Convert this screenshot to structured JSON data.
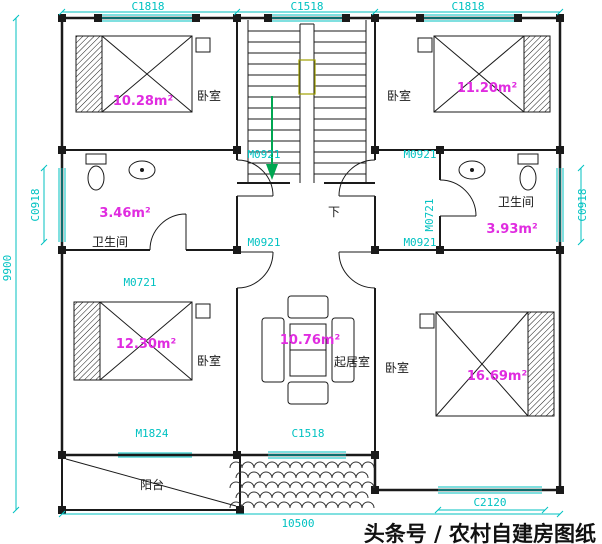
{
  "watermark": "头条号 / 农村自建房图纸",
  "dims": {
    "top": [
      "C1818",
      "C1518",
      "C1818"
    ],
    "left_window": "C0918",
    "right_window": "C0918",
    "left_total": "9900",
    "bottom_total": "10500",
    "bottom_right_window": "C2120",
    "bottom_center_window": "C1518",
    "bottom_left_door": "M1824"
  },
  "doors": {
    "hall": "M0921",
    "bath": "M0721"
  },
  "rooms": {
    "bedroom_tl": {
      "name": "卧室",
      "area": "10.28m²"
    },
    "bedroom_tr": {
      "name": "卧室",
      "area": "11.20m²"
    },
    "bath_left": {
      "name": "卫生间",
      "area": "3.46m²"
    },
    "bath_right": {
      "name": "卫生间",
      "area": "3.93m²"
    },
    "bedroom_bl": {
      "name": "卧室",
      "area": "12.30m²"
    },
    "living": {
      "name": "起居室",
      "area": "10.76m²"
    },
    "bedroom_br": {
      "name": "卧室",
      "area": "16.69m²"
    },
    "balcony": {
      "name": "阳台"
    }
  },
  "stairs": {
    "down_label": "下"
  },
  "colors": {
    "dimension": "#00c2c2",
    "area": "#e02ce0",
    "wall": "#1a1a1a",
    "stair_arrow": "#00a651",
    "stair_rail_accent": "#a0a000"
  }
}
